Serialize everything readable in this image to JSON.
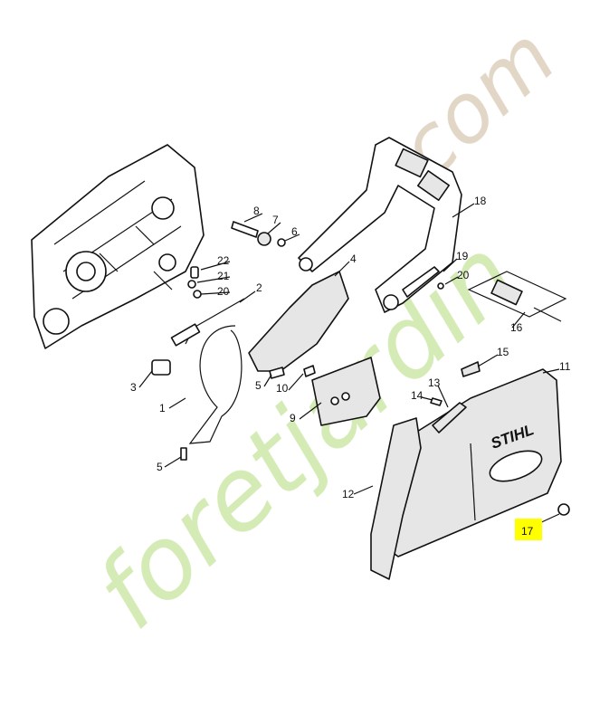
{
  "watermark": {
    "text_main": "foretjardin",
    "text_suffix": ".com",
    "color_main": "#c8e6a0",
    "color_accent": "#f2c690",
    "color_suffix": "#d8c9b0"
  },
  "brand_on_cover": "STIHL",
  "highlight_color": "#ffff00",
  "highlighted_part": "17",
  "callouts": [
    "1",
    "2",
    "3",
    "4",
    "5",
    "5",
    "6",
    "7",
    "8",
    "9",
    "10",
    "11",
    "12",
    "13",
    "14",
    "15",
    "16",
    "17",
    "18",
    "19",
    "20",
    "20",
    "21",
    "22"
  ]
}
